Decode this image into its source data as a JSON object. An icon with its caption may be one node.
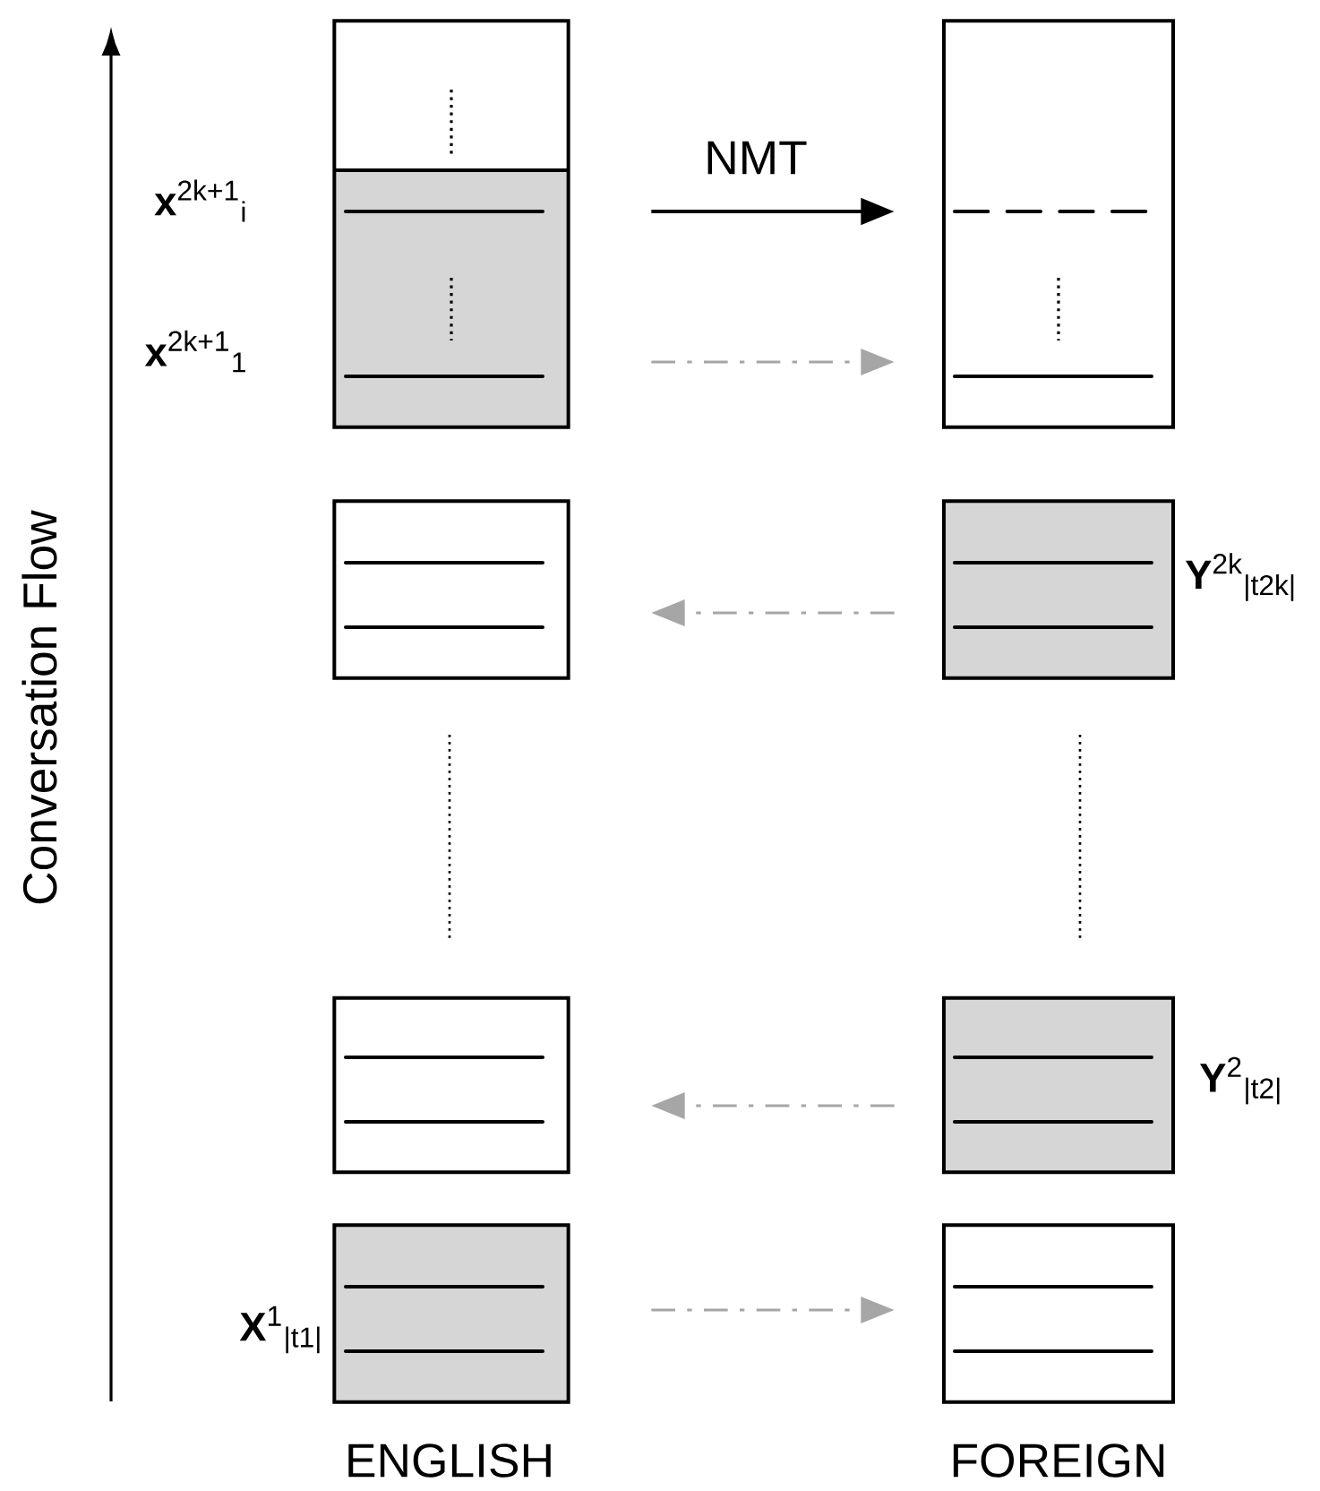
{
  "diagram": {
    "nodes": [
      {
        "text": [],
        "shape": "box",
        "beside": [
          "**x**$^{2k+1}$$_{i}$",
          "**x**$^{2k+1}$$_{1}$"
        ]
      },
      {
        "text": [],
        "shape": "box"
      },
      {
        "text": [],
        "shape": "box"
      },
      {
        "text": [],
        "shape": "box",
        "beside": [
          "**Y**$^{2k}$$_{|t2k|}$"
        ]
      },
      {
        "text": [],
        "shape": "box"
      },
      {
        "text": [],
        "shape": "box",
        "beside": [
          "**Y**$^{2}$$_{|t2|}$"
        ]
      },
      {
        "text": [],
        "shape": "box",
        "beside": [
          "**X**$^{1}$$_{|t1|}$"
        ]
      },
      {
        "text": [],
        "shape": "box"
      }
    ],
    "edges": [
      {
        "from": 0,
        "to": 1,
        "arrow": "to",
        "label": "NMT",
        "color": "#000000"
      },
      {
        "from": 0,
        "to": 1,
        "arrow": "to",
        "style": "dashed"
      },
      {
        "from": 3,
        "to": 2,
        "arrow": "to",
        "style": "dashed"
      },
      {
        "from": 5,
        "to": 4,
        "arrow": "to",
        "style": "dashed"
      },
      {
        "from": 6,
        "to": 7,
        "arrow": "to",
        "style": "dashed"
      }
    ],
    "labels": [
      "Conversation Flow",
      "ENGLISH",
      "FOREIGN"
    ]
  }
}
